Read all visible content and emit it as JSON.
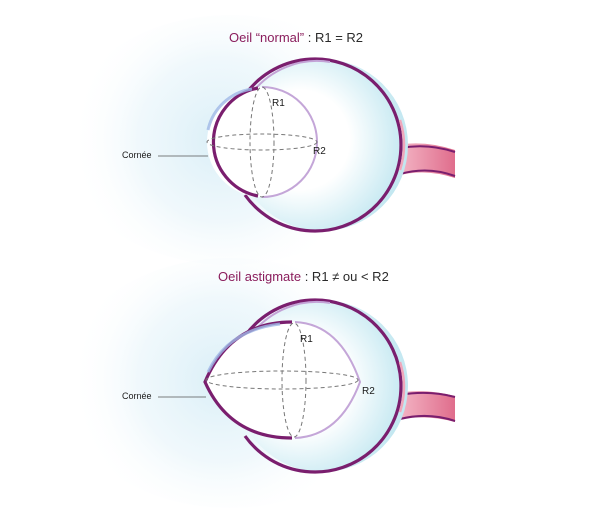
{
  "top_panel": {
    "title_accent": "Oeil “normal”",
    "title_rest": " : R1 = R2",
    "label_r1": "R1",
    "label_r2": "R2",
    "label_cornea": "Cornée"
  },
  "bottom_panel": {
    "title_accent": "Oeil astigmate",
    "title_rest": " : R1 ≠ ou < R2",
    "label_r1": "R1",
    "label_r2": "R2",
    "label_cornea": "Cornée"
  },
  "colors": {
    "sclera_outline": "#7a1e6e",
    "cornea_outline": "#8a2a6a",
    "eye_fill": "#cfeef5",
    "optic_nerve": "#e07a95",
    "title_accent": "#8a1d5c"
  }
}
